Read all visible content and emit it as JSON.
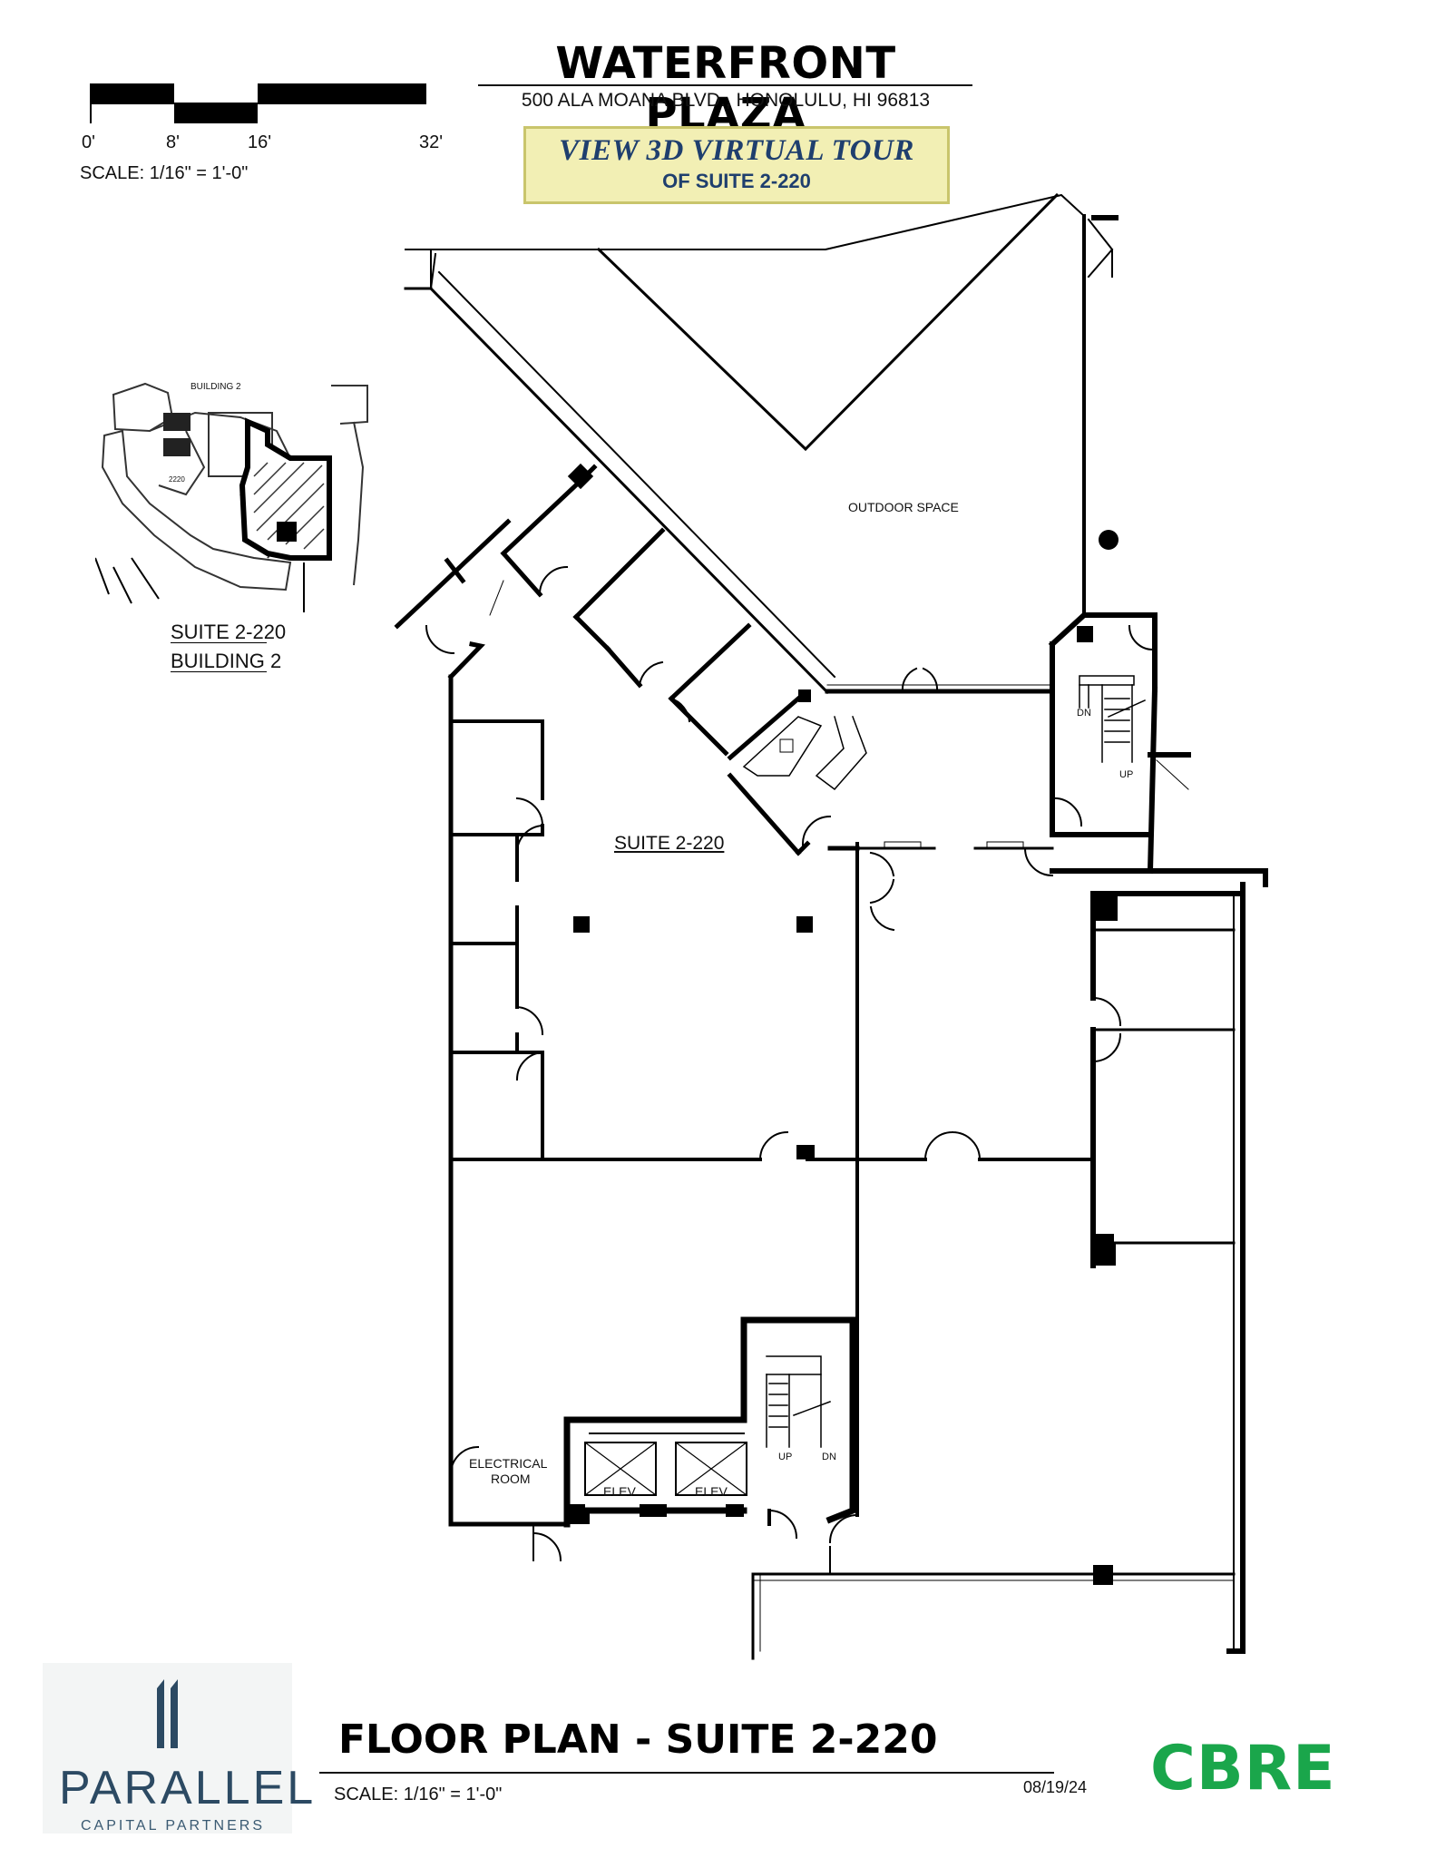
{
  "header": {
    "title": "WATERFRONT PLAZA",
    "address": "500 ALA MOANA BLVD., HONOLULU, HI 96813",
    "tour_line1": "VIEW 3D VIRTUAL TOUR",
    "tour_line2": "OF SUITE 2-220"
  },
  "scale_bar": {
    "ticks": [
      "0'",
      "8'",
      "16'",
      "32'"
    ],
    "label": "SCALE: 1/16\" = 1'-0\""
  },
  "key_plan": {
    "building_label": "BUILDING 2",
    "suite_number": "2220",
    "callout_line1": "SUITE 2-220",
    "callout_line2": "BUILDING 2"
  },
  "floor_plan": {
    "outdoor_label": "OUTDOOR SPACE",
    "suite_label": "SUITE 2-220",
    "electrical_label_1": "ELECTRICAL",
    "electrical_label_2": "ROOM",
    "elev_label": "ELEV",
    "stair_up": "UP",
    "stair_dn": "DN"
  },
  "footer": {
    "title": "FLOOR PLAN - SUITE 2-220",
    "scale": "SCALE: 1/16\" = 1'-0\"",
    "date": "08/19/24",
    "parallel_word": "PARALLEL",
    "parallel_sub": "CAPITAL PARTNERS",
    "cbre": "CBRE"
  },
  "colors": {
    "tour_bg": "#f2efb4",
    "tour_text": "#1f3f6e",
    "cbre_green": "#1aa64b",
    "parallel_blue": "#2c4a63"
  }
}
